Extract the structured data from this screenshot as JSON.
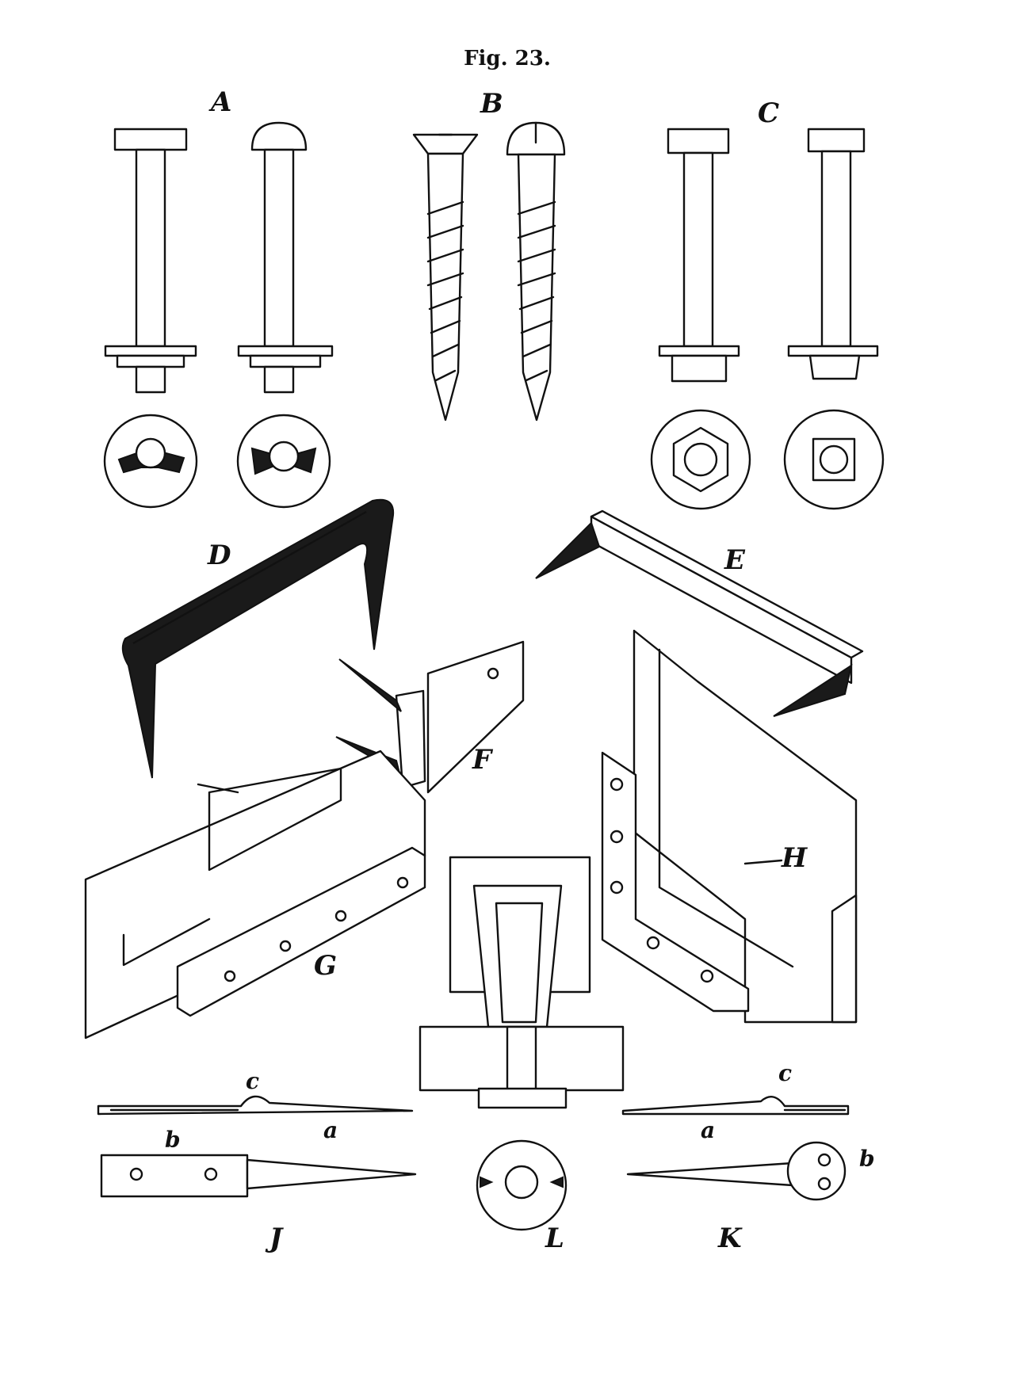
{
  "figure_title": "Fig. 23.",
  "labels": {
    "A": "A",
    "B": "B",
    "C": "C",
    "D": "D",
    "E": "E",
    "F": "F",
    "G": "G",
    "H": "H",
    "J": "J",
    "K": "K",
    "L": "L"
  },
  "sublabels": {
    "j_a": "a",
    "j_b": "b",
    "j_c": "c",
    "k_a": "a",
    "k_b": "b",
    "k_c": "c"
  }
}
